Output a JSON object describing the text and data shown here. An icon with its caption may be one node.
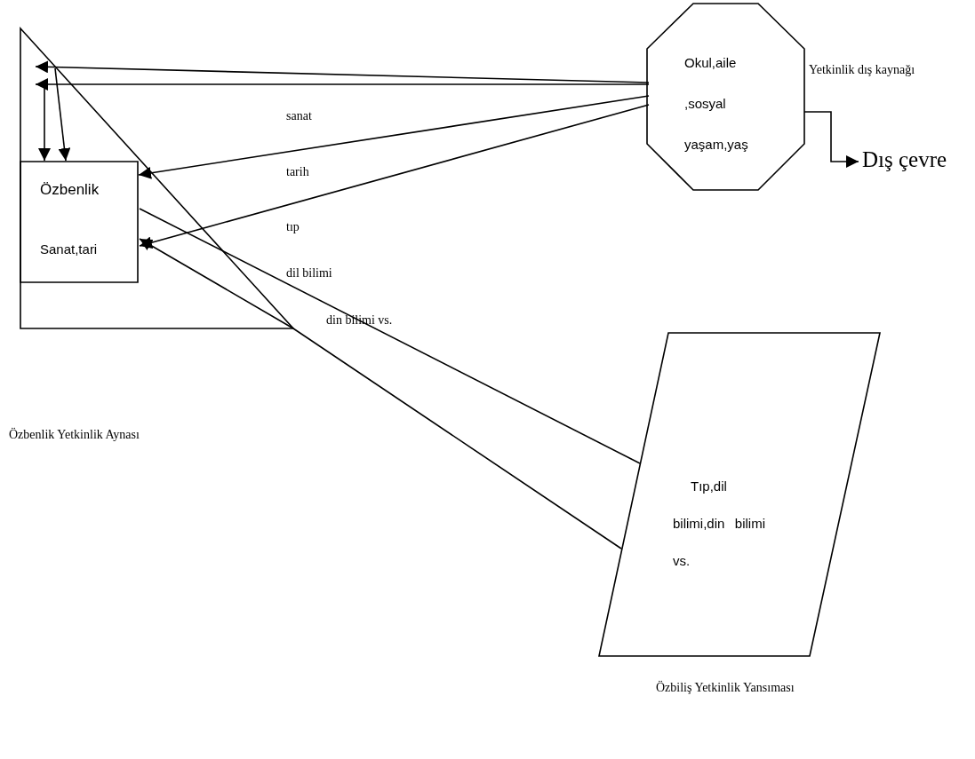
{
  "diagram": {
    "nodes": [
      {
        "text": [],
        "shape": "triangle"
      },
      {
        "text": [
          "Özbenlik",
          "Sanat,tari"
        ],
        "in": 0
      },
      {
        "text": [
          "Okul,aile ,sosyal yaşam,yaş"
        ],
        "beside": [
          "Yetkinlik dış kaynağı"
        ]
      },
      {
        "text": [
          "Dış çevre"
        ]
      },
      {
        "text": [
          "Tıp,dil bilimi,din bilimi vs."
        ]
      }
    ],
    "edges": [
      {
        "from": 2,
        "to": 0,
        "arrow": "to"
      },
      {
        "from": 2,
        "to": 0,
        "arrow": "to"
      },
      {
        "from": null,
        "to": 1,
        "arrow": "to"
      },
      {
        "from": null,
        "to": 1,
        "arrow": "to"
      },
      {
        "from": 2,
        "to": 1,
        "arrow": "to"
      },
      {
        "from": 2,
        "to": 1,
        "arrow": "to"
      },
      {
        "from": 4,
        "to": 1,
        "arrow": "to"
      },
      {
        "from": 1,
        "to": 4,
        "arrow": "none"
      },
      {
        "from": 2,
        "to": 3,
        "arrow": "to"
      }
    ],
    "labels": [
      "sanat",
      "tarih",
      "tıp",
      "dil bilimi",
      "din bilimi vs.",
      "Özbenlik Yetkinlik Aynası",
      "Özbiliş Yetkinlik Yansıması"
    ]
  }
}
